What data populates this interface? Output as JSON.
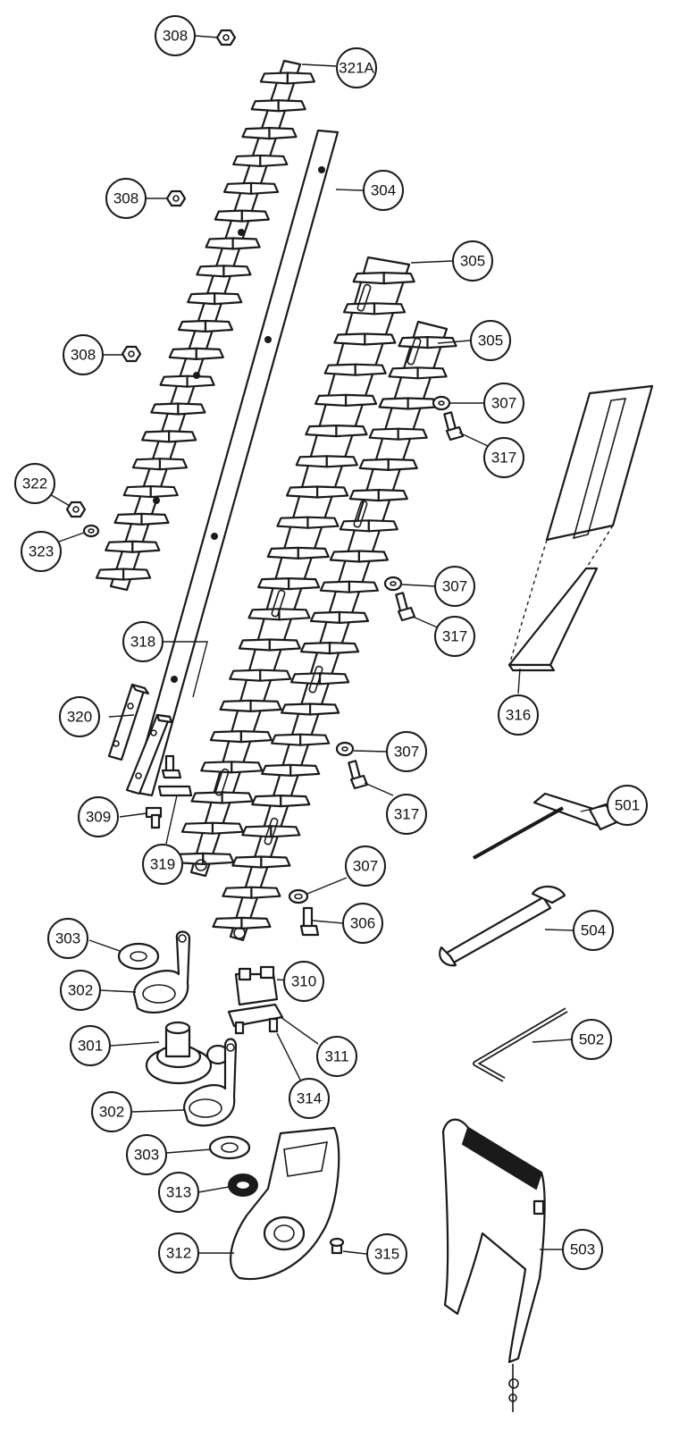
{
  "callouts": [
    {
      "id": "c308a",
      "label": "308"
    },
    {
      "id": "c321a",
      "label": "321A"
    },
    {
      "id": "c308b",
      "label": "308"
    },
    {
      "id": "c304",
      "label": "304"
    },
    {
      "id": "c305a",
      "label": "305"
    },
    {
      "id": "c305b",
      "label": "305"
    },
    {
      "id": "c308c",
      "label": "308"
    },
    {
      "id": "c307a",
      "label": "307"
    },
    {
      "id": "c317a",
      "label": "317"
    },
    {
      "id": "c322",
      "label": "322"
    },
    {
      "id": "c323",
      "label": "323"
    },
    {
      "id": "c307b",
      "label": "307"
    },
    {
      "id": "c317b",
      "label": "317"
    },
    {
      "id": "c318",
      "label": "318"
    },
    {
      "id": "c320",
      "label": "320"
    },
    {
      "id": "c316",
      "label": "316"
    },
    {
      "id": "c307c",
      "label": "307"
    },
    {
      "id": "c317c",
      "label": "317"
    },
    {
      "id": "c309",
      "label": "309"
    },
    {
      "id": "c501",
      "label": "501"
    },
    {
      "id": "c319",
      "label": "319"
    },
    {
      "id": "c307d",
      "label": "307"
    },
    {
      "id": "c306",
      "label": "306"
    },
    {
      "id": "c504",
      "label": "504"
    },
    {
      "id": "c303a",
      "label": "303"
    },
    {
      "id": "c310",
      "label": "310"
    },
    {
      "id": "c302a",
      "label": "302"
    },
    {
      "id": "c301",
      "label": "301"
    },
    {
      "id": "c311",
      "label": "311"
    },
    {
      "id": "c502",
      "label": "502"
    },
    {
      "id": "c314",
      "label": "314"
    },
    {
      "id": "c302b",
      "label": "302"
    },
    {
      "id": "c303b",
      "label": "303"
    },
    {
      "id": "c313",
      "label": "313"
    },
    {
      "id": "c312",
      "label": "312"
    },
    {
      "id": "c315",
      "label": "315"
    },
    {
      "id": "c503",
      "label": "503"
    }
  ]
}
